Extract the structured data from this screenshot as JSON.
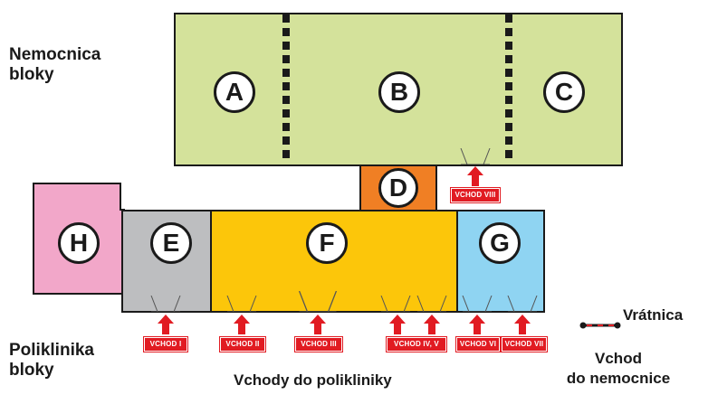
{
  "labels": {
    "hospital_blocks_line1": "Nemocnica",
    "hospital_blocks_line2": "bloky",
    "polyclinic_blocks_line1": "Poliklinika",
    "polyclinic_blocks_line2": "bloky",
    "polyclinic_entrances": "Vchody do polikliniky",
    "gatehouse": "Vrátnica",
    "hospital_entrance_line1": "Vchod",
    "hospital_entrance_line2": "do nemocnice"
  },
  "blocks": {
    "A": "A",
    "B": "B",
    "C": "C",
    "D": "D",
    "E": "E",
    "F": "F",
    "G": "G",
    "H": "H"
  },
  "entrances": {
    "vchod_1": "VCHOD I",
    "vchod_2": "VCHOD II",
    "vchod_3": "VCHOD III",
    "vchod_4_5": "VCHOD IV, V",
    "vchod_6": "VCHOD VI",
    "vchod_7": "VCHOD VII",
    "vchod_8": "VCHOD VIII"
  },
  "colors": {
    "hospital_green": "#d4e29b",
    "block_d_orange": "#f07f24",
    "block_f_yellow": "#fcc60a",
    "block_g_blue": "#8fd4f2",
    "block_e_gray": "#bdbec0",
    "block_h_pink": "#f2a7c9",
    "entrance_red": "#e11b22"
  }
}
